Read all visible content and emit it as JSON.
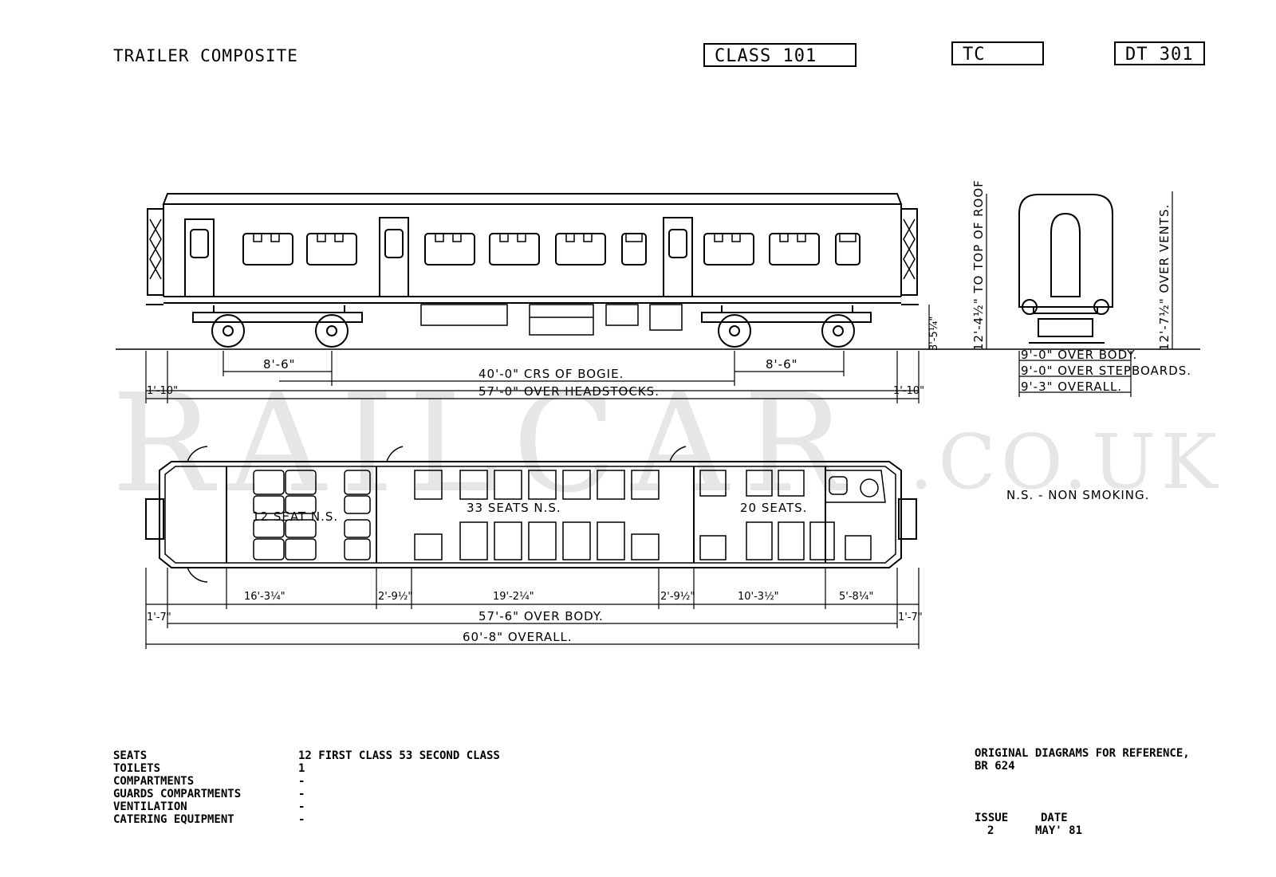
{
  "header": {
    "title": "TRAILER COMPOSITE",
    "class_box": "CLASS 101",
    "code_box": "TC",
    "diagram_box": "DT 301"
  },
  "watermark": {
    "main": "RAILCAR",
    "suffix": ".CO.UK"
  },
  "side_elevation": {
    "height_roof": "12'-4½\" TO TOP OF ROOF",
    "buffer_height": "3'-5¼\"",
    "bogie_wheelbase_left": "8'-6\"",
    "bogie_wheelbase_right": "8'-6\"",
    "bogie_centres": "40'-0\" CRS OF BOGIE.",
    "over_headstocks": "57'-0\" OVER HEADSTOCKS.",
    "end_left": "1'-10\"",
    "end_right": "1'-10\""
  },
  "end_elevation": {
    "height_vents": "12'-7½\" OVER VENTS.",
    "width_body": "9'-0\" OVER BODY.",
    "width_stepboards": "9'-0\" OVER STEPBOARDS.",
    "width_overall": "9'-3\" OVERALL."
  },
  "plan": {
    "first_class": "12 SEAT N.S.",
    "second_ns": "33 SEATS N.S.",
    "second_smoking": "20 SEATS.",
    "dims": [
      "16'-3¼\"",
      "2'-9½\"",
      "19'-2¼\"",
      "2'-9½\"",
      "10'-3½\"",
      "5'-8¼\""
    ],
    "end_left": "1'-7\"",
    "end_right": "1'-7\"",
    "over_body": "57'-6\" OVER BODY.",
    "overall": "60'-8\" OVERALL."
  },
  "legend": {
    "ns": "N.S. - NON SMOKING."
  },
  "specs": [
    {
      "label": "SEATS",
      "value": "12 FIRST CLASS 53 SECOND CLASS"
    },
    {
      "label": "TOILETS",
      "value": "1"
    },
    {
      "label": "COMPARTMENTS",
      "value": "-"
    },
    {
      "label": "GUARDS COMPARTMENTS",
      "value": "-"
    },
    {
      "label": "VENTILATION",
      "value": "-"
    },
    {
      "label": "CATERING EQUIPMENT",
      "value": "-"
    }
  ],
  "reference": {
    "line1": "ORIGINAL DIAGRAMS FOR REFERENCE,",
    "line2": "BR 624",
    "issue_label": "ISSUE",
    "date_label": "DATE",
    "issue": "2",
    "date": "MAY' 81"
  }
}
